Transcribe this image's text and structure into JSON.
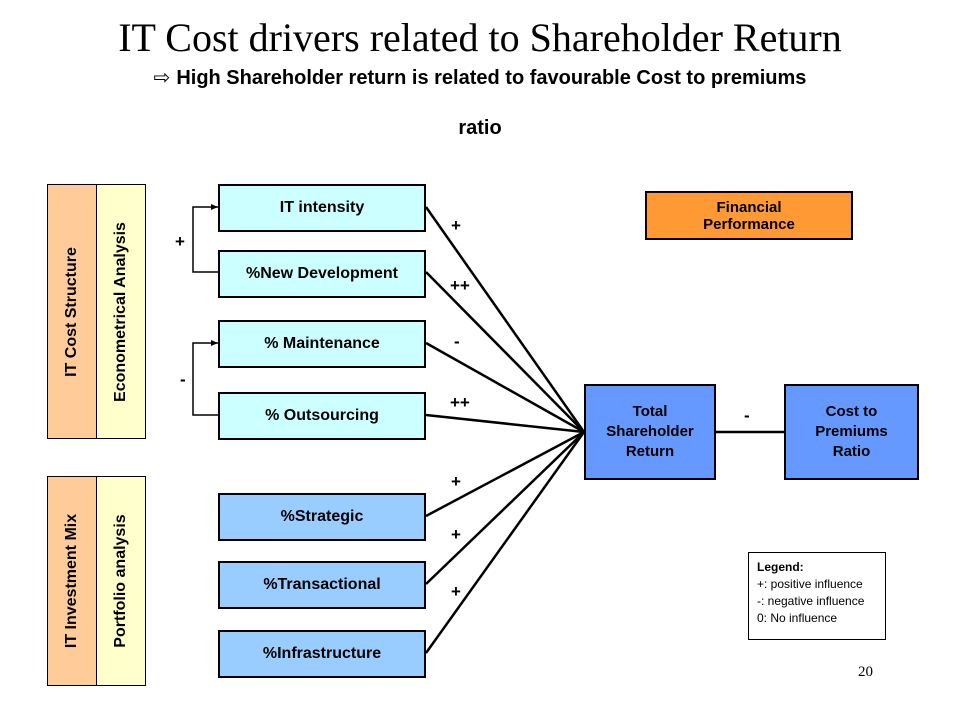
{
  "title": "IT Cost drivers related to Shareholder Return",
  "subtitle": {
    "arrow": "⇨",
    "line1": "High Shareholder return is related to favourable Cost to premiums",
    "line2": "ratio"
  },
  "side_labels": {
    "cost_structure": "IT Cost Structure",
    "econometrical": "Econometrical Analysis",
    "investment_mix": "IT Investment Mix",
    "portfolio": "Portfolio analysis"
  },
  "drivers": [
    {
      "label": "IT intensity",
      "sign": "+"
    },
    {
      "label": "%New Development",
      "sign": "++"
    },
    {
      "label": "% Maintenance",
      "sign": "-"
    },
    {
      "label": "% Outsourcing",
      "sign": "++"
    },
    {
      "label": "%Strategic",
      "sign": "+"
    },
    {
      "label": "%Transactional",
      "sign": "+"
    },
    {
      "label": "%Infrastructure",
      "sign": "+"
    }
  ],
  "bracket_signs": {
    "top": "+",
    "bottom": "-"
  },
  "financial_performance": "Financial Performance",
  "total_shareholder_return": "Total Shareholder Return",
  "cost_to_premiums": "Cost to Premiums Ratio",
  "tsr_to_cost_sign": "-",
  "legend": {
    "title": "Legend:",
    "items": [
      "+: positive influence",
      "-: negative influence",
      "0: No influence"
    ]
  },
  "page_number": "20",
  "colors": {
    "cyan": "#ccffff",
    "light_blue": "#99ccff",
    "blue": "#6699ff",
    "orange": "#ff9933",
    "peach": "#ffcc99",
    "light_yellow": "#ffffcc"
  }
}
